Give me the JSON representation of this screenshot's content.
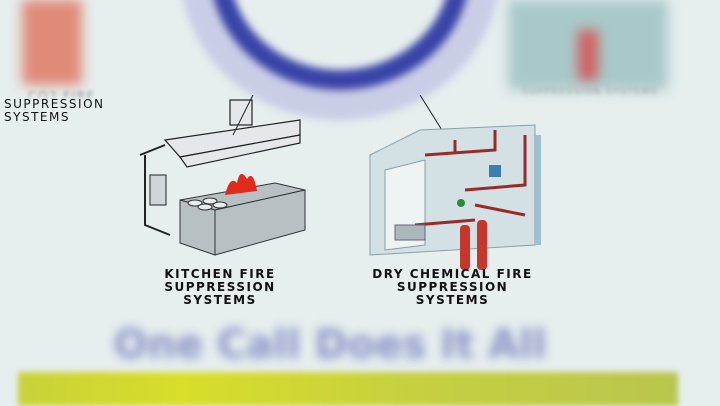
{
  "top_left_caption": {
    "line1": "CO2 FIRE",
    "line2": "SUPPRESSION SYSTEMS"
  },
  "top_right_caption": {
    "line1": "SUPPRESSION SYSTEMS"
  },
  "kitchen": {
    "line1": "KITCHEN FIRE",
    "line2": "SUPPRESSION SYSTEMS"
  },
  "dry_chemical": {
    "line1": "DRY CHEMICAL FIRE",
    "line2": "SUPPRESSION SYSTEMS"
  },
  "tagline": "One Call Does It All",
  "colors": {
    "background": "#e6eeee",
    "arc": "#3a44a8",
    "pipe": "#9a2a2a",
    "cylinder": "#c8352a",
    "banner": "#d2da30"
  }
}
